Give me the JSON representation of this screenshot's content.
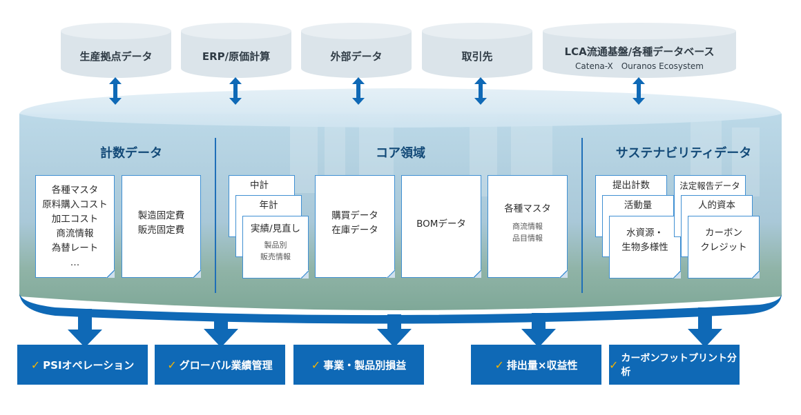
{
  "colors": {
    "accent_blue": "#0f69b6",
    "title_navy": "#134a78",
    "card_border": "#3f8fd2",
    "check_yellow": "#f5b400",
    "db_gray": "#dbe4ea"
  },
  "sources": [
    {
      "label": "生産拠点データ",
      "sub": ""
    },
    {
      "label": "ERP/原価計算",
      "sub": ""
    },
    {
      "label": "外部データ",
      "sub": ""
    },
    {
      "label": "取引先",
      "sub": ""
    },
    {
      "label": "LCA流通基盤/各種データベース",
      "sub": "Catena-X　Ouranos Ecosystem"
    }
  ],
  "sections": {
    "counting": {
      "title": "計数データ",
      "cards": [
        {
          "lines": [
            "各種マスタ",
            "原料購入コスト",
            "加工コスト",
            "商流情報",
            "為替レート",
            "…"
          ]
        },
        {
          "lines": [
            "製造固定費",
            "販売固定費"
          ]
        }
      ]
    },
    "core": {
      "title": "コア領域",
      "plan_stack": {
        "back": "中計",
        "middle": "年計",
        "front_main": "実績/見直し",
        "front_sub": [
          "製品別",
          "販売情報"
        ]
      },
      "cards": [
        {
          "main": [
            "購買データ",
            "在庫データ"
          ],
          "sub": []
        },
        {
          "main": [
            "BOMデータ"
          ],
          "sub": []
        },
        {
          "main": [
            "各種マスタ"
          ],
          "sub": [
            "商流情報",
            "品目情報"
          ]
        }
      ]
    },
    "sustainability": {
      "title": "サステナビリティデータ",
      "left_stack": {
        "back": "提出計数",
        "middle": "活動量",
        "front": [
          "水資源・",
          "生物多様性"
        ]
      },
      "right_stack": {
        "back": "法定報告データ",
        "middle": "人的資本",
        "front": [
          "カーボン",
          "クレジット"
        ]
      }
    }
  },
  "outputs": [
    {
      "check": "✓",
      "label": "PSIオペレーション"
    },
    {
      "check": "✓",
      "label": "グローバル業績管理"
    },
    {
      "check": "✓",
      "label": "事業・製品別損益"
    },
    {
      "check": "✓",
      "label": "排出量×収益性"
    },
    {
      "check": "✓",
      "label": "カーボンフットプリント分析"
    }
  ]
}
